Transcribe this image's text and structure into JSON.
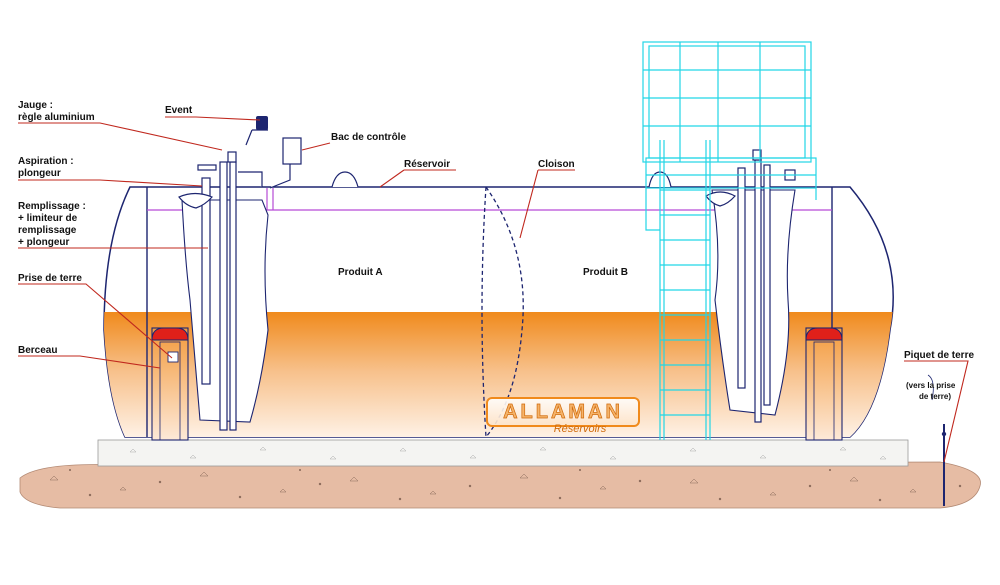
{
  "labels": {
    "jauge": "Jauge :",
    "jauge_detail": "règle aluminium",
    "event": "Event",
    "bac": "Bac de contrôle",
    "aspiration": "Aspiration :",
    "aspiration_detail": "plongeur",
    "reservoir": "Réservoir",
    "cloison": "Cloison",
    "remplissage": "Remplissage :",
    "remplissage_l2": "+ limiteur de",
    "remplissage_l3": "remplissage",
    "remplissage_l4": "+ plongeur",
    "prise_terre": "Prise de terre",
    "berceau": "Berceau",
    "produit_a": "Produit A",
    "produit_b": "Produit B",
    "piquet": "Piquet de terre",
    "vers_l1": "(vers la prise",
    "vers_l2": "de terre)"
  },
  "logo": {
    "name": "ALLAMAN",
    "sub": "Réservoirs"
  },
  "colors": {
    "tank_outline": "#1d2570",
    "leader": "#c0281e",
    "liquid": "#f08a1c",
    "berceau_top": "#e0201a",
    "ladder": "#22d6e6",
    "level_line": "#b64bd6",
    "ground": "#e6bca4"
  }
}
